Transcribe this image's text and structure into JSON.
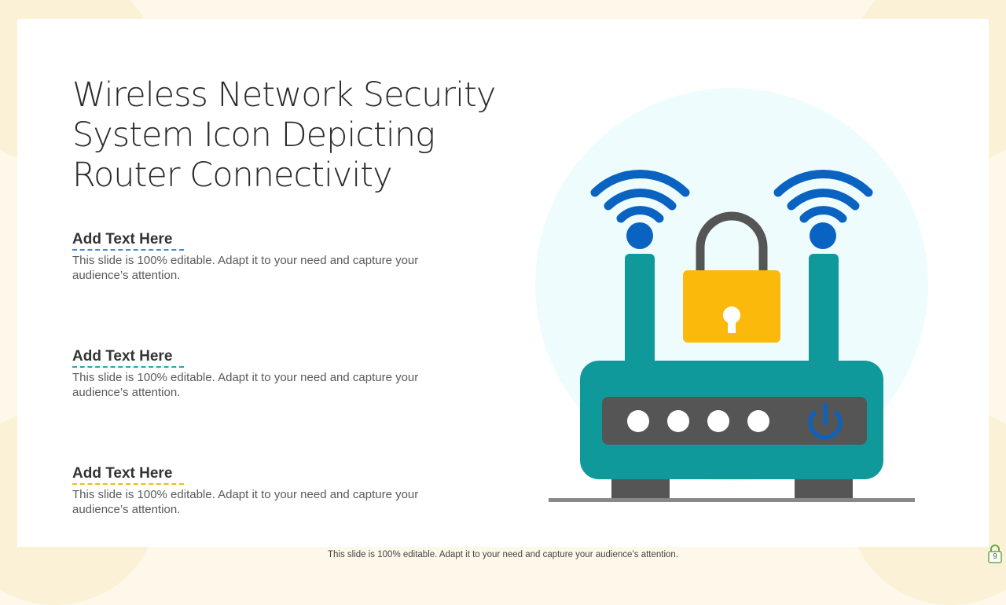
{
  "slide": {
    "title": "Wireless Network Security System Icon Depicting Router Connectivity",
    "footer": "This slide is 100% editable. Adapt it to your need and capture your audience’s attention.",
    "page_number": "9"
  },
  "items": [
    {
      "heading": "Add Text Here",
      "text": "This slide is 100% editable. Adapt it to your need and capture your audience’s attention.",
      "underline_color": "#3a8fd6"
    },
    {
      "heading": "Add Text Here",
      "text": "This slide is 100% editable. Adapt it to your need and capture your audience’s attention.",
      "underline_color": "#26a6b0"
    },
    {
      "heading": "Add Text Here",
      "text": "This slide is 100% editable. Adapt it to your need and capture your audience’s attention.",
      "underline_color": "#f2b90d"
    }
  ],
  "illustration": {
    "icons": [
      "wifi-signal-icon",
      "padlock-icon",
      "router-icon",
      "power-icon"
    ],
    "colors": {
      "wifi": "#0b63c1",
      "router_body": "#10999a",
      "router_panel": "#555555",
      "padlock_body": "#fbb90b",
      "padlock_shackle": "#555555",
      "backdrop": "#eefcfd"
    }
  }
}
